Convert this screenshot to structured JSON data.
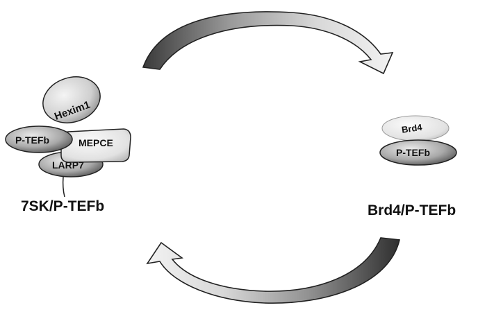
{
  "left_complex": {
    "label": "7SK/P-TEFb",
    "components": {
      "hexim": "Hexim1",
      "ptefb": "P-TEFb",
      "mepce": "MEPCE",
      "larp": "LARP7"
    }
  },
  "right_complex": {
    "label": "Brd4/P-TEFb",
    "components": {
      "brd4": "Brd4",
      "ptefb": "P-TEFb"
    }
  }
}
